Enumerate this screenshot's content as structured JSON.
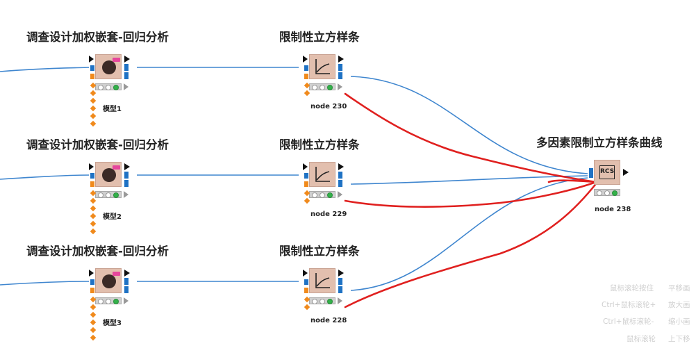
{
  "rows": [
    {
      "source_title": "调查设计加权嵌套-回归分析",
      "source_label": "模型1",
      "spline_title": "限制性立方样条",
      "spline_label": "node 230"
    },
    {
      "source_title": "调查设计加权嵌套-回归分析",
      "source_label": "模型2",
      "spline_title": "限制性立方样条",
      "spline_label": "node 229"
    },
    {
      "source_title": "调查设计加权嵌套-回归分析",
      "source_label": "模型3",
      "spline_title": "限制性立方样条",
      "spline_label": "node 228"
    }
  ],
  "target": {
    "title": "多因素限制立方样条曲线",
    "label": "node 238",
    "icon_text": "RCS"
  },
  "hints": [
    {
      "action": "鼠标滚轮按住",
      "effect": "平移画"
    },
    {
      "action": "Ctrl+鼠标滚轮+",
      "effect": "放大画"
    },
    {
      "action": "Ctrl+鼠标滚轮-",
      "effect": "缩小画"
    },
    {
      "action": "鼠标滚轮",
      "effect": "上下移"
    }
  ],
  "colors": {
    "wire": "#3f86cf",
    "annotation": "#e0201f",
    "node_body": "#e2bfae",
    "port_blue": "#1f72c4",
    "port_orange": "#f08a1c",
    "led_green": "#33b14a"
  }
}
